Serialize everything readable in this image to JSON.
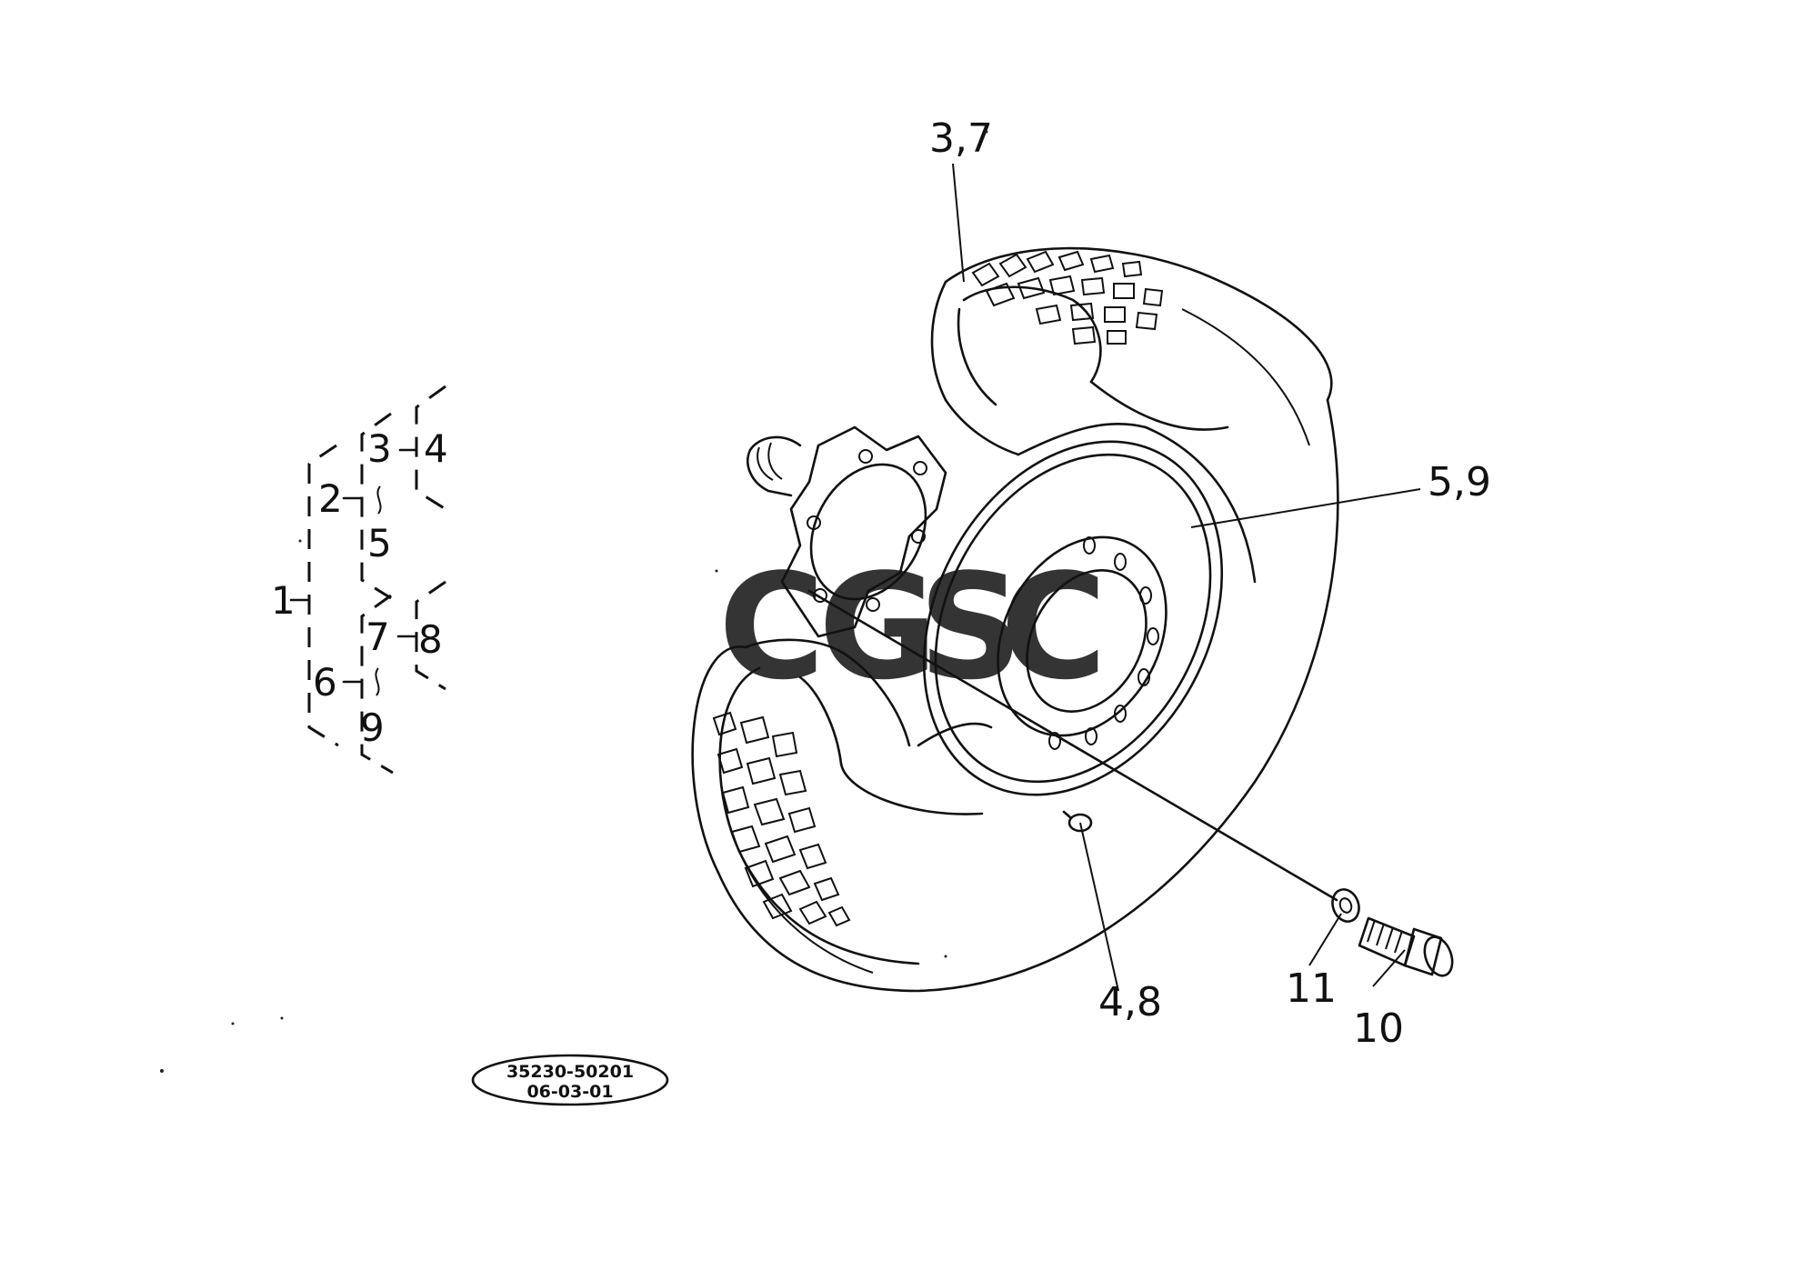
{
  "callouts": {
    "tire_upper": "3,7",
    "rim": "5,9",
    "valve": "4,8",
    "washer": "11",
    "bolt": "10"
  },
  "tree": {
    "n1": "1",
    "n2": "2",
    "n3": "3",
    "n4": "4",
    "n5": "5",
    "n6": "6",
    "n7": "7",
    "n8": "8",
    "n9": "9"
  },
  "reference": {
    "line1": "35230-50201",
    "line2": "06-03-01"
  },
  "watermark": {
    "text": "CGSC",
    "letters": [
      {
        "char": "C",
        "color": "#6f9ef0"
      },
      {
        "char": "G",
        "color": "#f08a80"
      },
      {
        "char": "S",
        "color": "#f7d25c"
      },
      {
        "char": "C",
        "color": "#5dba84"
      }
    ]
  }
}
